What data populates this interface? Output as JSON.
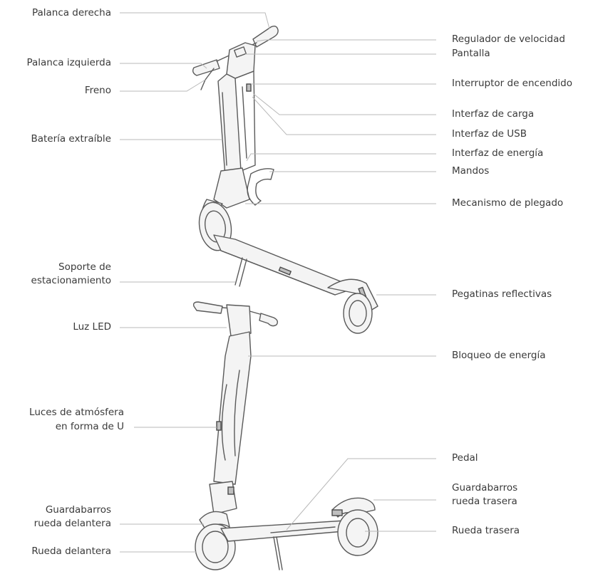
{
  "labels": {
    "palanca_derecha": "Palanca derecha",
    "palanca_izquierda": "Palanca izquierda",
    "freno": "Freno",
    "bateria_extraible": "Batería extraíble",
    "soporte_estacionamiento_1": "Soporte de",
    "soporte_estacionamiento_2": "estacionamiento",
    "luz_led": "Luz LED",
    "luces_atmosfera_1": "Luces de atmósfera",
    "luces_atmosfera_2": "en forma de U",
    "guardabarros_delantera_1": "Guardabarros",
    "guardabarros_delantera_2": "rueda delantera",
    "rueda_delantera": "Rueda delantera",
    "regulador_velocidad": "Regulador de velocidad",
    "pantalla": "Pantalla",
    "interruptor_encendido": "Interruptor de encendido",
    "interfaz_carga": "Interfaz de carga",
    "interfaz_usb": "Interfaz de USB",
    "interfaz_energia": "Interfaz de energía",
    "mandos": "Mandos",
    "mecanismo_plegado": "Mecanismo de plegado",
    "pegatinas_reflectivas": "Pegatinas reflectivas",
    "bloqueo_energia": "Bloqueo de energía",
    "pedal": "Pedal",
    "guardabarros_trasera_1": "Guardabarros",
    "guardabarros_trasera_2": "rueda trasera",
    "rueda_trasera": "Rueda trasera"
  },
  "colors": {
    "text": "#3a3a3a",
    "leader": "#b9b9b9",
    "outline": "#5a5a5a"
  }
}
